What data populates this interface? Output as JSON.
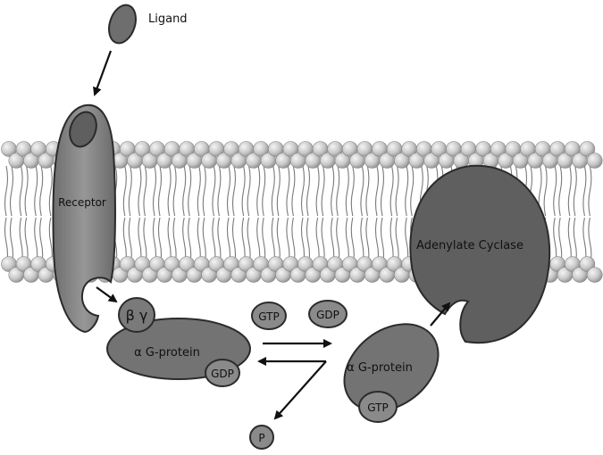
{
  "labels": {
    "ligand": "Ligand",
    "receptor": "Receptor",
    "adenylate_cyclase": "Adenylate Cyclase",
    "beta_gamma": "β γ",
    "alpha_gprotein_left": "α G-protein",
    "gdp_bound": "GDP",
    "gtp_free": "GTP",
    "gdp_free": "GDP",
    "alpha_gprotein_right": "α G-protein",
    "gtp_bound": "GTP",
    "phosphate": "P"
  }
}
